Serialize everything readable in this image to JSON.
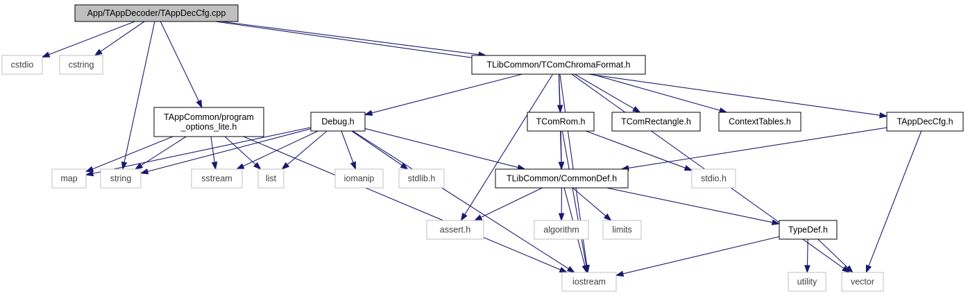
{
  "colors": {
    "edge": "#191970",
    "root_fill": "#bfbfbf",
    "root_border": "#000000",
    "documented_border": "#000000",
    "external_border": "#bfbfbf",
    "external_text": "#404040",
    "text": "#000000"
  },
  "nodes": [
    {
      "id": "root",
      "kind": "root",
      "lines": [
        "App/TAppDecoder/TAppDecCfg.cpp"
      ]
    },
    {
      "id": "cstdio",
      "kind": "external",
      "lines": [
        "cstdio"
      ]
    },
    {
      "id": "cstring",
      "kind": "external",
      "lines": [
        "cstring"
      ]
    },
    {
      "id": "chroma",
      "kind": "documented",
      "lines": [
        "TLibCommon/TComChromaFormat.h"
      ]
    },
    {
      "id": "progopts",
      "kind": "documented",
      "lines": [
        "TAppCommon/program",
        "_options_lite.h"
      ]
    },
    {
      "id": "debug",
      "kind": "documented",
      "lines": [
        "Debug.h"
      ]
    },
    {
      "id": "tcomrom",
      "kind": "documented",
      "lines": [
        "TComRom.h"
      ]
    },
    {
      "id": "rect",
      "kind": "documented",
      "lines": [
        "TComRectangle.h"
      ]
    },
    {
      "id": "ctxtables",
      "kind": "documented",
      "lines": [
        "ContextTables.h"
      ]
    },
    {
      "id": "appdeccfg",
      "kind": "documented",
      "lines": [
        "TAppDecCfg.h"
      ]
    },
    {
      "id": "map",
      "kind": "external",
      "lines": [
        "map"
      ]
    },
    {
      "id": "string",
      "kind": "external",
      "lines": [
        "string"
      ]
    },
    {
      "id": "sstream",
      "kind": "external",
      "lines": [
        "sstream"
      ]
    },
    {
      "id": "list",
      "kind": "external",
      "lines": [
        "list"
      ]
    },
    {
      "id": "iomanip",
      "kind": "external",
      "lines": [
        "iomanip"
      ]
    },
    {
      "id": "stdlib",
      "kind": "external",
      "lines": [
        "stdlib.h"
      ]
    },
    {
      "id": "commondef",
      "kind": "documented",
      "lines": [
        "TLibCommon/CommonDef.h"
      ]
    },
    {
      "id": "stdio",
      "kind": "external",
      "lines": [
        "stdio.h"
      ]
    },
    {
      "id": "assert",
      "kind": "external",
      "lines": [
        "assert.h"
      ]
    },
    {
      "id": "algorithm",
      "kind": "external",
      "lines": [
        "algorithm"
      ]
    },
    {
      "id": "limits",
      "kind": "external",
      "lines": [
        "limits"
      ]
    },
    {
      "id": "typedef",
      "kind": "documented",
      "lines": [
        "TypeDef.h"
      ]
    },
    {
      "id": "iostream",
      "kind": "external",
      "lines": [
        "iostream"
      ]
    },
    {
      "id": "utility",
      "kind": "external",
      "lines": [
        "utility"
      ]
    },
    {
      "id": "vector",
      "kind": "external",
      "lines": [
        "vector"
      ]
    }
  ],
  "edges": [
    {
      "from": "root",
      "to": "cstdio"
    },
    {
      "from": "root",
      "to": "cstring"
    },
    {
      "from": "root",
      "to": "string"
    },
    {
      "from": "root",
      "to": "progopts"
    },
    {
      "from": "root",
      "to": "chroma"
    },
    {
      "from": "root",
      "to": "appdeccfg"
    },
    {
      "from": "chroma",
      "to": "debug"
    },
    {
      "from": "chroma",
      "to": "assert"
    },
    {
      "from": "chroma",
      "to": "commondef"
    },
    {
      "from": "chroma",
      "to": "tcomrom"
    },
    {
      "from": "chroma",
      "to": "rect"
    },
    {
      "from": "chroma",
      "to": "ctxtables"
    },
    {
      "from": "chroma",
      "to": "iostream"
    },
    {
      "from": "chroma",
      "to": "vector"
    },
    {
      "from": "progopts",
      "to": "map"
    },
    {
      "from": "progopts",
      "to": "string"
    },
    {
      "from": "progopts",
      "to": "sstream"
    },
    {
      "from": "progopts",
      "to": "list"
    },
    {
      "from": "progopts",
      "to": "iostream"
    },
    {
      "from": "debug",
      "to": "map"
    },
    {
      "from": "debug",
      "to": "string"
    },
    {
      "from": "debug",
      "to": "sstream"
    },
    {
      "from": "debug",
      "to": "list"
    },
    {
      "from": "debug",
      "to": "iomanip"
    },
    {
      "from": "debug",
      "to": "stdlib"
    },
    {
      "from": "debug",
      "to": "commondef"
    },
    {
      "from": "debug",
      "to": "iostream"
    },
    {
      "from": "tcomrom",
      "to": "commondef"
    },
    {
      "from": "tcomrom",
      "to": "stdio"
    },
    {
      "from": "tcomrom",
      "to": "iostream"
    },
    {
      "from": "appdeccfg",
      "to": "commondef"
    },
    {
      "from": "appdeccfg",
      "to": "vector"
    },
    {
      "from": "commondef",
      "to": "assert"
    },
    {
      "from": "commondef",
      "to": "algorithm"
    },
    {
      "from": "commondef",
      "to": "limits"
    },
    {
      "from": "commondef",
      "to": "typedef"
    },
    {
      "from": "commondef",
      "to": "iostream"
    },
    {
      "from": "typedef",
      "to": "utility"
    },
    {
      "from": "typedef",
      "to": "vector"
    },
    {
      "from": "typedef",
      "to": "iostream"
    }
  ]
}
